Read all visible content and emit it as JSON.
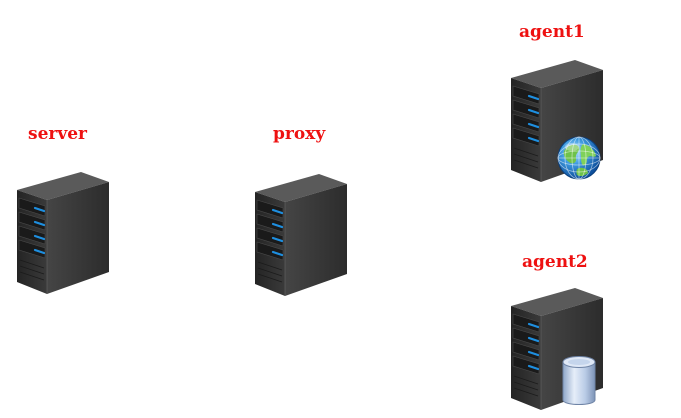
{
  "colors": {
    "label": "#ee1111",
    "case_front": "#2e2e2e",
    "case_side": "#3d3d3d",
    "case_top": "#555555",
    "drive_light": "#1e8fe0"
  },
  "nodes": {
    "server": {
      "label": "server",
      "icon": "server-tower-icon"
    },
    "proxy": {
      "label": "proxy",
      "icon": "server-tower-icon"
    },
    "agent1": {
      "label": "agent1",
      "icon": "server-tower-icon",
      "badge": "globe-icon"
    },
    "agent2": {
      "label": "agent2",
      "icon": "server-tower-icon",
      "badge": "database-cylinder-icon"
    }
  }
}
